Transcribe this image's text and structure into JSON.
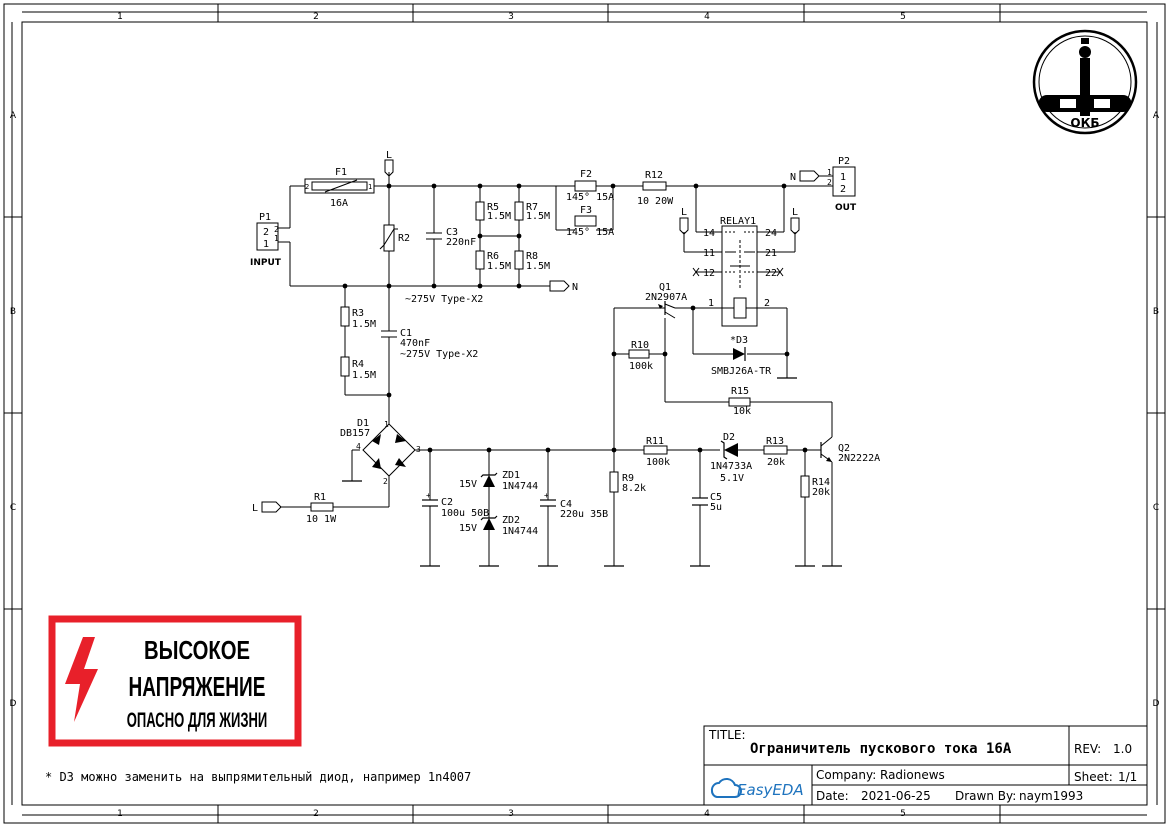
{
  "colors": {
    "warning_red": "#e8202a",
    "ink": "#000000",
    "easyeda_blue": "#1e73be"
  },
  "frame": {
    "cols": [
      "1",
      "2",
      "3",
      "4",
      "5"
    ],
    "rows": [
      "A",
      "B",
      "C",
      "D"
    ]
  },
  "components": {
    "F1": {
      "ref": "F1",
      "value": "16A"
    },
    "P1": {
      "ref": "P1",
      "pin2": "2",
      "pin1": "1",
      "label": "INPUT"
    },
    "P2": {
      "ref": "P2",
      "pin1": "1",
      "pin2": "2",
      "label": "OUT"
    },
    "R2": {
      "ref": "R2"
    },
    "C3": {
      "ref": "C3",
      "value": "220nF",
      "rating": "~275V Type-X2"
    },
    "R5": {
      "ref": "R5",
      "value": "1.5M"
    },
    "R6": {
      "ref": "R6",
      "value": "1.5M"
    },
    "R7": {
      "ref": "R7",
      "value": "1.5M"
    },
    "R8": {
      "ref": "R8",
      "value": "1.5M"
    },
    "F2": {
      "ref": "F2",
      "value": "145° 15A"
    },
    "F3": {
      "ref": "F3",
      "value": "145° 15A"
    },
    "R12": {
      "ref": "R12",
      "value": "10 20W"
    },
    "RELAY1": {
      "ref": "RELAY1",
      "p14": "14",
      "p24": "24",
      "p11": "11",
      "p21": "21",
      "p12": "12",
      "p22": "22",
      "p1": "1",
      "p2": "2"
    },
    "R3": {
      "ref": "R3",
      "value": "1.5M"
    },
    "R4": {
      "ref": "R4",
      "value": "1.5M"
    },
    "C1": {
      "ref": "C1",
      "value": "470nF",
      "rating": "~275V Type-X2"
    },
    "Q1": {
      "ref": "Q1",
      "value": "2N2907A"
    },
    "D3": {
      "ref": "*D3",
      "value": "SMBJ26A-TR"
    },
    "R10": {
      "ref": "R10",
      "value": "100k"
    },
    "R15": {
      "ref": "R15",
      "value": "10k"
    },
    "D1": {
      "ref": "D1",
      "value": "DB157",
      "p1": "1",
      "p2": "2",
      "p3": "3",
      "p4": "4"
    },
    "R11": {
      "ref": "R11",
      "value": "100k"
    },
    "D2": {
      "ref": "D2",
      "value": "1N4733A",
      "v": "5.1V"
    },
    "R13": {
      "ref": "R13",
      "value": "20k"
    },
    "Q2": {
      "ref": "Q2",
      "value": "2N2222A"
    },
    "R14": {
      "ref": "R14",
      "value": "20k"
    },
    "ZD1": {
      "ref": "ZD1",
      "value": "1N4744",
      "v": "15V"
    },
    "ZD2": {
      "ref": "ZD2",
      "value": "1N4744",
      "v": "15V"
    },
    "C2": {
      "ref": "C2",
      "value": "100u 50B"
    },
    "C4": {
      "ref": "C4",
      "value": "220u 35B"
    },
    "R9": {
      "ref": "R9",
      "value": "8.2k"
    },
    "C5": {
      "ref": "C5",
      "value": "5u"
    },
    "R1": {
      "ref": "R1",
      "value": "10 1W"
    }
  },
  "nets": {
    "L": "L",
    "N": "N"
  },
  "warning": {
    "line1": "ВЫСОКОЕ",
    "line2": "НАПРЯЖЕНИЕ",
    "line3": "ОПАСНО ДЛЯ ЖИЗНИ"
  },
  "logo": {
    "text": "ОКБ"
  },
  "note": "* D3 можно заменить на выпрямительный диод, например 1n4007",
  "title_block": {
    "title_label": "TITLE:",
    "title": "Ограничитель пускового тока 16А",
    "rev_label": "REV:",
    "rev": "1.0",
    "company_label": "Company:",
    "company": "Radionews",
    "sheet_label": "Sheet:",
    "sheet": "1/1",
    "date_label": "Date:",
    "date": "2021-06-25",
    "drawn_label": "Drawn By:",
    "drawn": "naym1993",
    "brand": "EasyEDA"
  }
}
